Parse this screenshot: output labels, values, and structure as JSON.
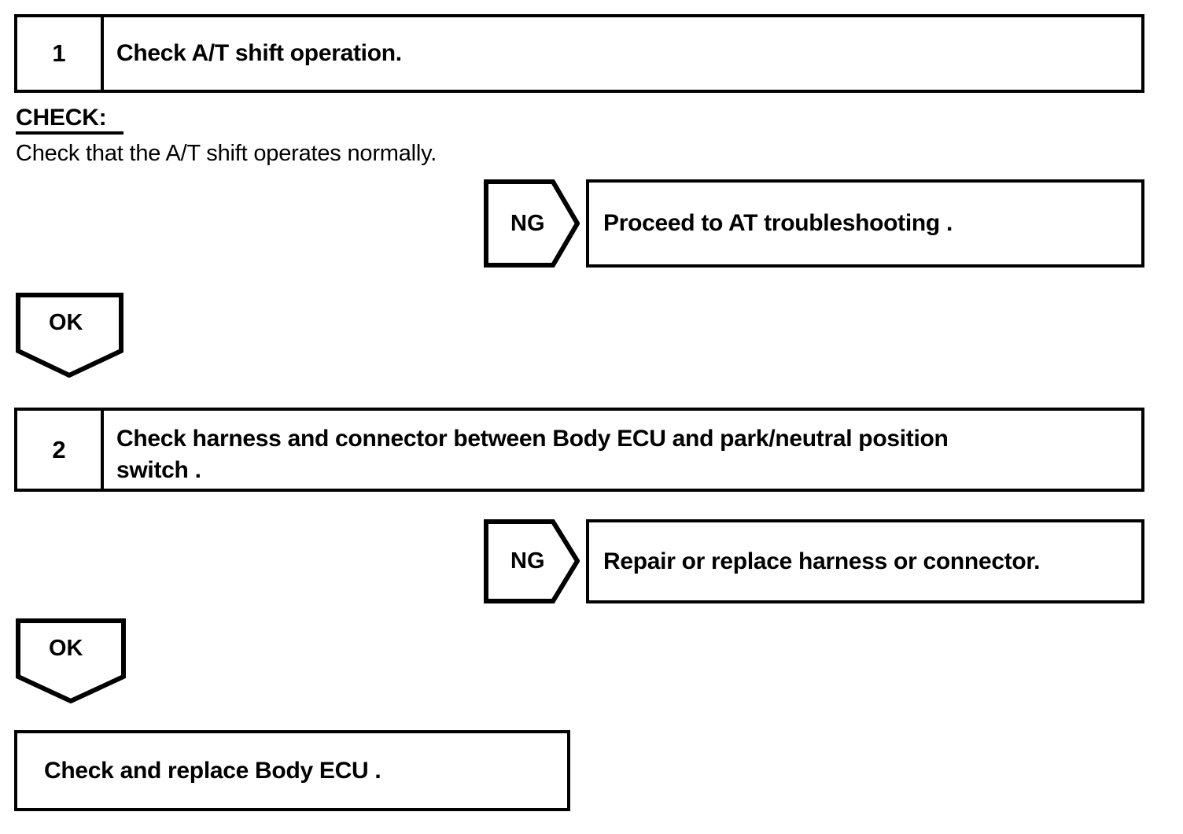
{
  "document": {
    "kind": "troubleshooting-flowchart",
    "ink_color": "#000000",
    "paper_color": "#ffffff"
  },
  "steps": [
    {
      "number": "1",
      "text": "Check A/T shift operation."
    },
    {
      "number": "2",
      "line1": "Check harness and connector between Body ECU and park/neutral position",
      "line2": "switch ."
    }
  ],
  "check_block": {
    "title": "CHECK:",
    "description": "Check that the A/T shift operates normally."
  },
  "branches": {
    "ng_1": {
      "label": "NG",
      "result": "Proceed to AT troubleshooting ."
    },
    "ok_1": {
      "label": "OK"
    },
    "ng_2": {
      "label": "NG",
      "result": "Repair or replace harness or connector."
    },
    "ok_2": {
      "label": "OK"
    }
  },
  "final": {
    "text": "Check and replace Body ECU ."
  }
}
